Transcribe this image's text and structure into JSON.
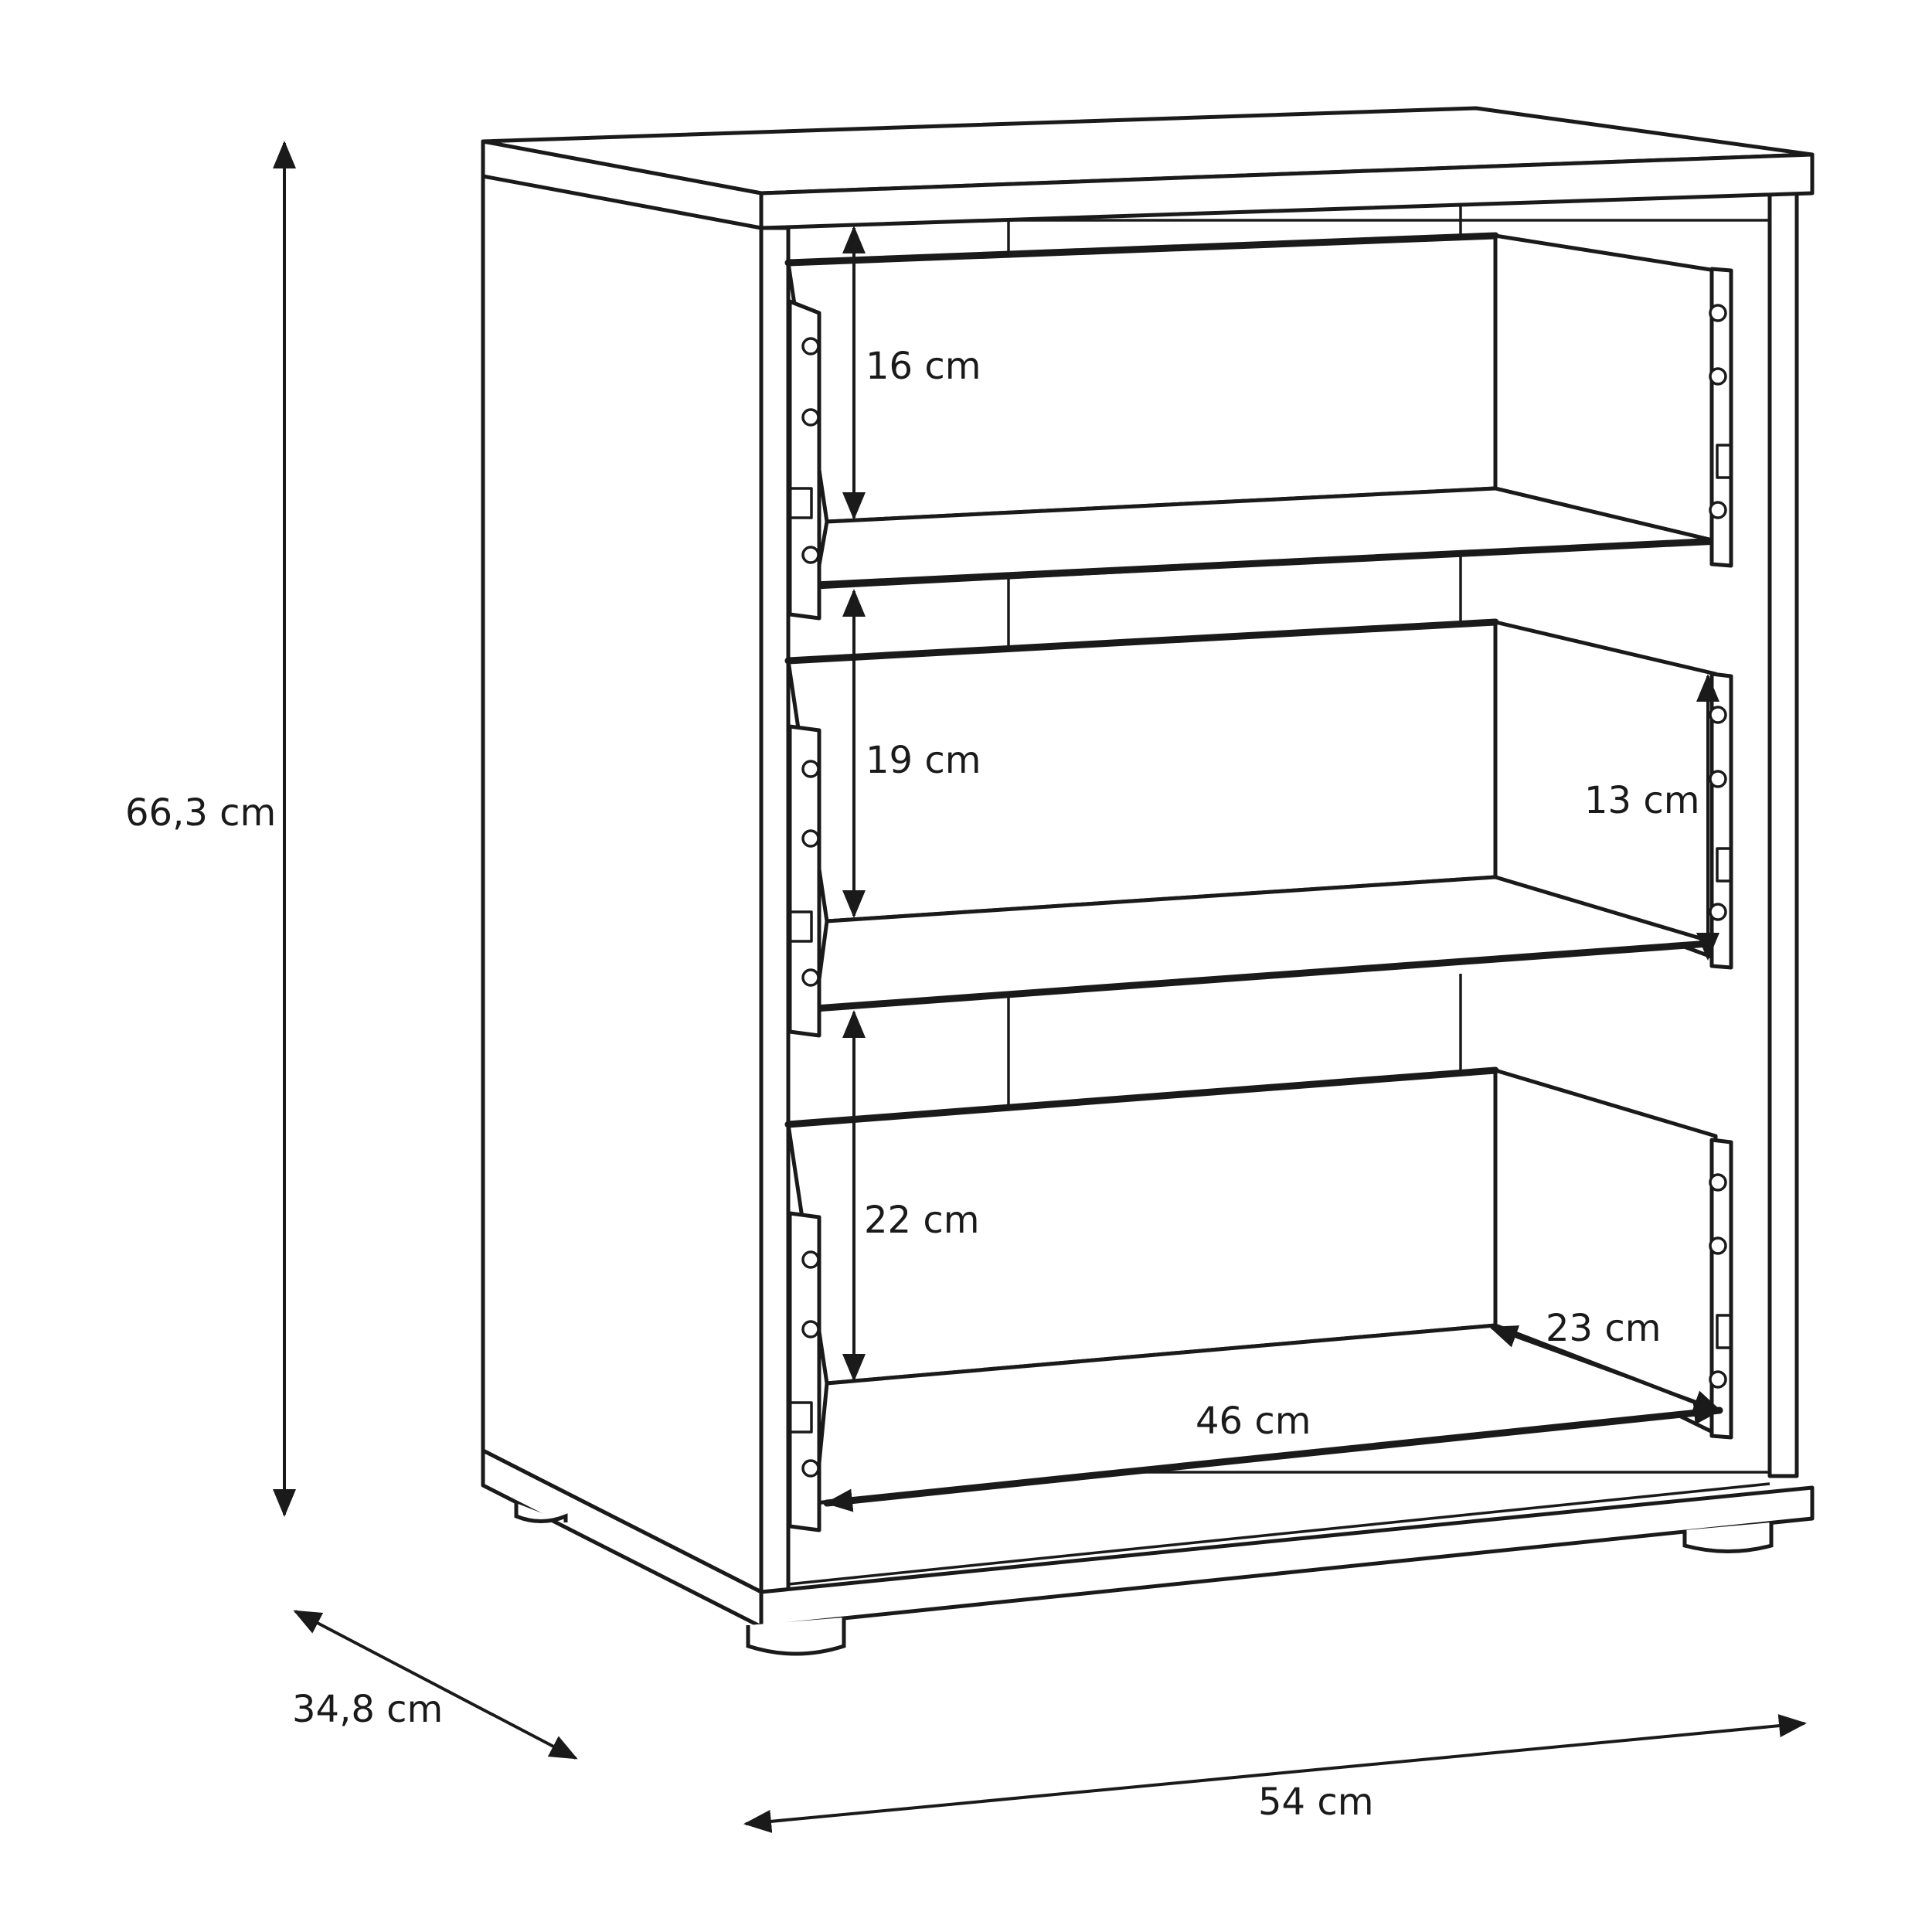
{
  "diagram": {
    "labels": {
      "height": "66,3 cm",
      "depth": "34,8 cm",
      "width": "54 cm",
      "drawer1_height": "16 cm",
      "drawer2_height": "19 cm",
      "drawer3_height": "22 cm",
      "drawer_side_height": "13 cm",
      "drawer_depth": "23 cm",
      "drawer_width": "46 cm"
    }
  }
}
